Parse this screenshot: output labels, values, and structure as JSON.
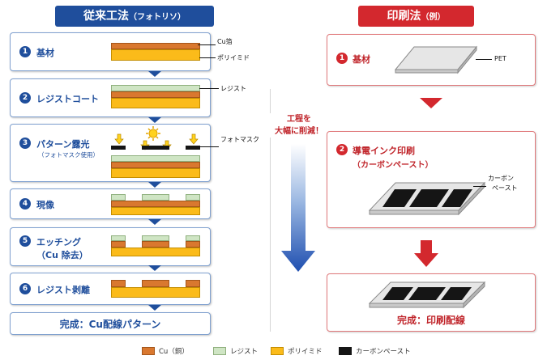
{
  "left_header": {
    "main": "従来工法",
    "sub": "（フォトリソ）"
  },
  "right_header": {
    "main": "印刷法",
    "sub": "（例）"
  },
  "left_steps": [
    {
      "num": "1",
      "title": "基材"
    },
    {
      "num": "2",
      "title": "レジストコート"
    },
    {
      "num": "3",
      "title": "パターン露光",
      "subtitle": "（フォトマスク使用）"
    },
    {
      "num": "4",
      "title": "現像"
    },
    {
      "num": "5",
      "title": "エッチング",
      "title2": "（Cu 除去）"
    },
    {
      "num": "6",
      "title": "レジスト剥離"
    }
  ],
  "left_result": "完成：Cu配線パターン",
  "callouts": {
    "cu_foil": "Cu箔",
    "polyimide": "ポリイミド",
    "resist": "レジスト",
    "photomask": "フォトマスク"
  },
  "middle_note": {
    "line1": "工程を",
    "line2": "大幅に削減！"
  },
  "right_steps": [
    {
      "num": "1",
      "title": "基材",
      "callout": "PET"
    },
    {
      "num": "2",
      "title": "導電インク印刷",
      "title2": "（カーボンペースト）",
      "callout_line1": "カーボン",
      "callout_line2": "ペースト"
    }
  ],
  "right_result": "完成：印刷配線",
  "legend": [
    {
      "label": "Cu（銅）",
      "color": "#d9782f"
    },
    {
      "label": "レジスト",
      "color": "#cfe5c4"
    },
    {
      "label": "ポリイミド",
      "color": "#fbbb1a"
    },
    {
      "label": "カーボンペースト",
      "color": "#151515"
    }
  ],
  "colors": {
    "blue_accent": "#1f4e9c",
    "red_accent": "#d3282e",
    "cu": "#d9782f",
    "resist": "#cfe5c4",
    "polyimide": "#fbbb1a",
    "carbon": "#151515"
  }
}
